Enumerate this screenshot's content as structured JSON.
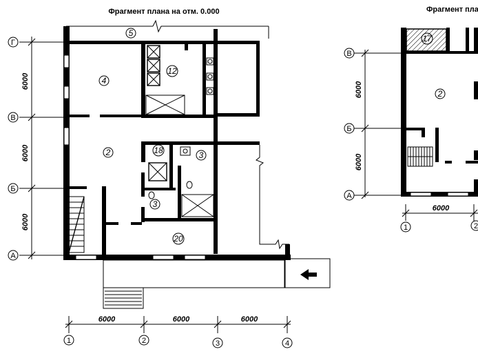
{
  "left_plan": {
    "title": "Фрагмент плана на отм.  0.000",
    "row_axes": [
      "Г",
      "В",
      "Б",
      "А"
    ],
    "col_axes": [
      "1",
      "2",
      "3",
      "4"
    ],
    "row_dims": [
      "6000",
      "6000",
      "6000"
    ],
    "col_dims": [
      "6000",
      "6000",
      "6000"
    ],
    "rooms": [
      "5",
      "4",
      "12",
      "2",
      "18",
      "3",
      "3",
      "20"
    ]
  },
  "right_plan": {
    "title": "Фрагмент пла",
    "row_axes": [
      "В",
      "Б",
      "А"
    ],
    "col_axes": [
      "1",
      "2"
    ],
    "row_dims": [
      "6000",
      "6000"
    ],
    "col_dims": [
      "6000"
    ],
    "rooms": [
      "17",
      "2"
    ]
  }
}
